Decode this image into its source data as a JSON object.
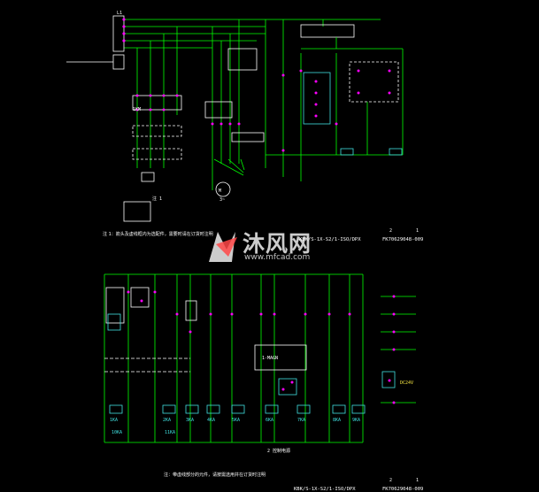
{
  "drawing": {
    "top_panel": {
      "note": "注 1：箭头及虚线框内为选配件，需要时请在订货时注明",
      "title_line": "KBK/S-1X-S2/1-ISO/DPX",
      "code_line": "FK70629048-009",
      "sheet_left": "2",
      "sheet_right": "1",
      "inset_label": "注 1",
      "motor_label": "M",
      "motor_phase": "3~"
    },
    "bottom_panel": {
      "note": "注：带虚线部分的元件，请按需选用并在订货时注明",
      "title_line": "KBK/S-1X-S2/1-ISO/DPX",
      "code_line": "FK70629048-009",
      "sheet_left": "2",
      "sheet_right": "1",
      "controller_label": "1-MAGN",
      "bus_label": "2 控制电源"
    },
    "relay_labels": [
      "1KA",
      "2KA",
      "3KA",
      "4KA",
      "5KA",
      "6KA",
      "7KA",
      "8KA",
      "9KA",
      "10KA",
      "11KA"
    ],
    "bottom_right_label": "DC24V"
  },
  "watermark": {
    "name": "沐风网",
    "url": "www.mfcad.com"
  },
  "colors": {
    "wire": "#00ff00",
    "component": "#ffffff",
    "terminal": "#ff00ff",
    "box": "#40e0e0",
    "label": "#f0e040",
    "background": "#000000"
  }
}
